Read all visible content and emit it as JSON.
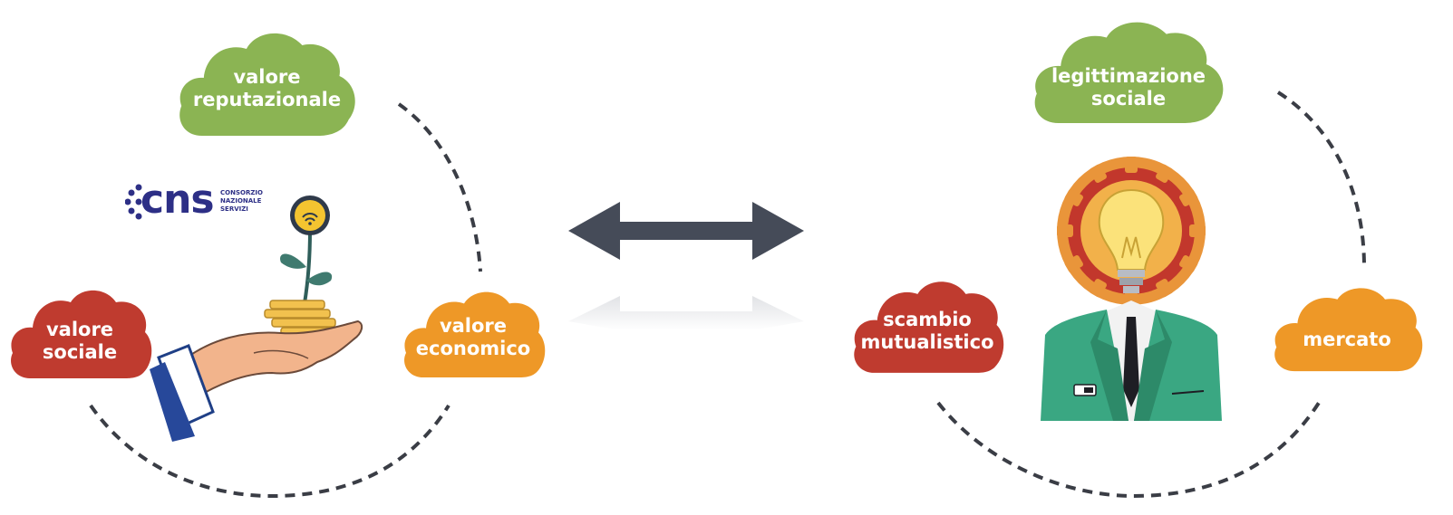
{
  "left_group": {
    "clouds": {
      "top": {
        "label_lines": [
          "valore",
          "reputazionale"
        ],
        "color": "#8bb453"
      },
      "left": {
        "label_lines": [
          "valore",
          "sociale"
        ],
        "color": "#bf3b2f"
      },
      "right": {
        "label_lines": [
          "valore",
          "economico"
        ],
        "color": "#ee9827"
      }
    },
    "logo": {
      "name": "cns",
      "subtitle_lines": [
        "CONSORZIO",
        "NAZIONALE",
        "SERVIZI"
      ],
      "brand_color": "#2d2f86"
    },
    "illustration": "hand-holding-coins-plant-icon"
  },
  "connector": {
    "arrow": "double-arrow-icon",
    "arrow_color": "#454b58",
    "reflection_color": "#e6e7ea"
  },
  "right_group": {
    "clouds": {
      "top": {
        "label_lines": [
          "legittimazione",
          "sociale"
        ],
        "color": "#8bb453"
      },
      "left": {
        "label_lines": [
          "scambio",
          "mutualistico"
        ],
        "color": "#bf3b2f"
      },
      "right": {
        "label_lines": [
          "mercato"
        ],
        "color": "#ee9827"
      }
    },
    "illustration": "lightbulb-head-businessman-icon"
  },
  "dashed_ring_color": "#3a3d45"
}
